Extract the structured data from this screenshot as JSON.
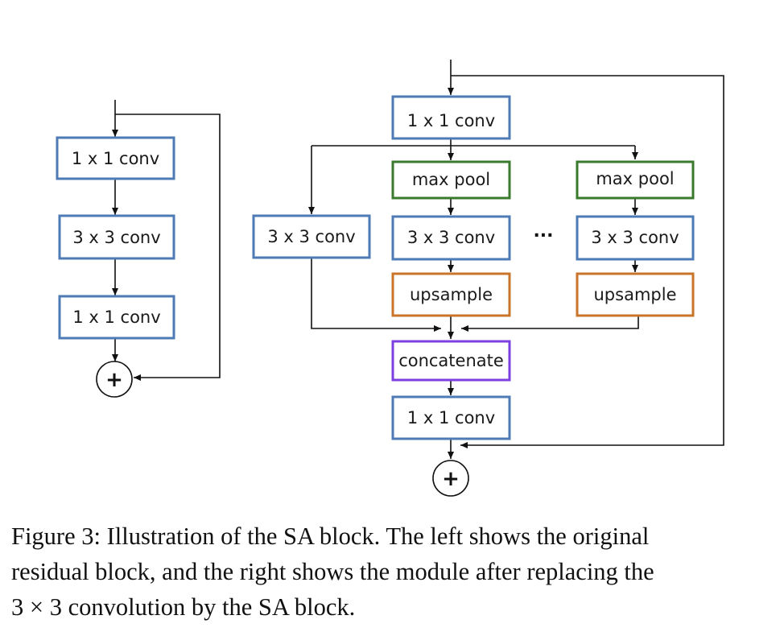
{
  "colors": {
    "conv": "#4e7bb5",
    "pool": "#3a7a2c",
    "upsample": "#c9742a",
    "concat": "#7c3fe0",
    "line": "#111111"
  },
  "left_block": {
    "conv1": "1 x 1 conv",
    "conv3": "3 x 3 conv",
    "conv1b": "1 x 1 conv",
    "add": "+"
  },
  "right_block": {
    "top_conv": "1 x 1 conv",
    "branch_conv": "3 x 3 conv",
    "pool_a": "max pool",
    "conv_a": "3 x 3 conv",
    "up_a": "upsample",
    "ellipsis": "···",
    "pool_b": "max pool",
    "conv_b": "3 x 3 conv",
    "up_b": "upsample",
    "concat": "concatenate",
    "out_conv": "1 x 1 conv",
    "add": "+"
  },
  "caption": {
    "line1": "Figure 3: Illustration of the SA block. The left shows the original",
    "line2": "residual block, and the right shows the module after replacing the",
    "line3": "3 × 3 convolution by the SA block."
  }
}
